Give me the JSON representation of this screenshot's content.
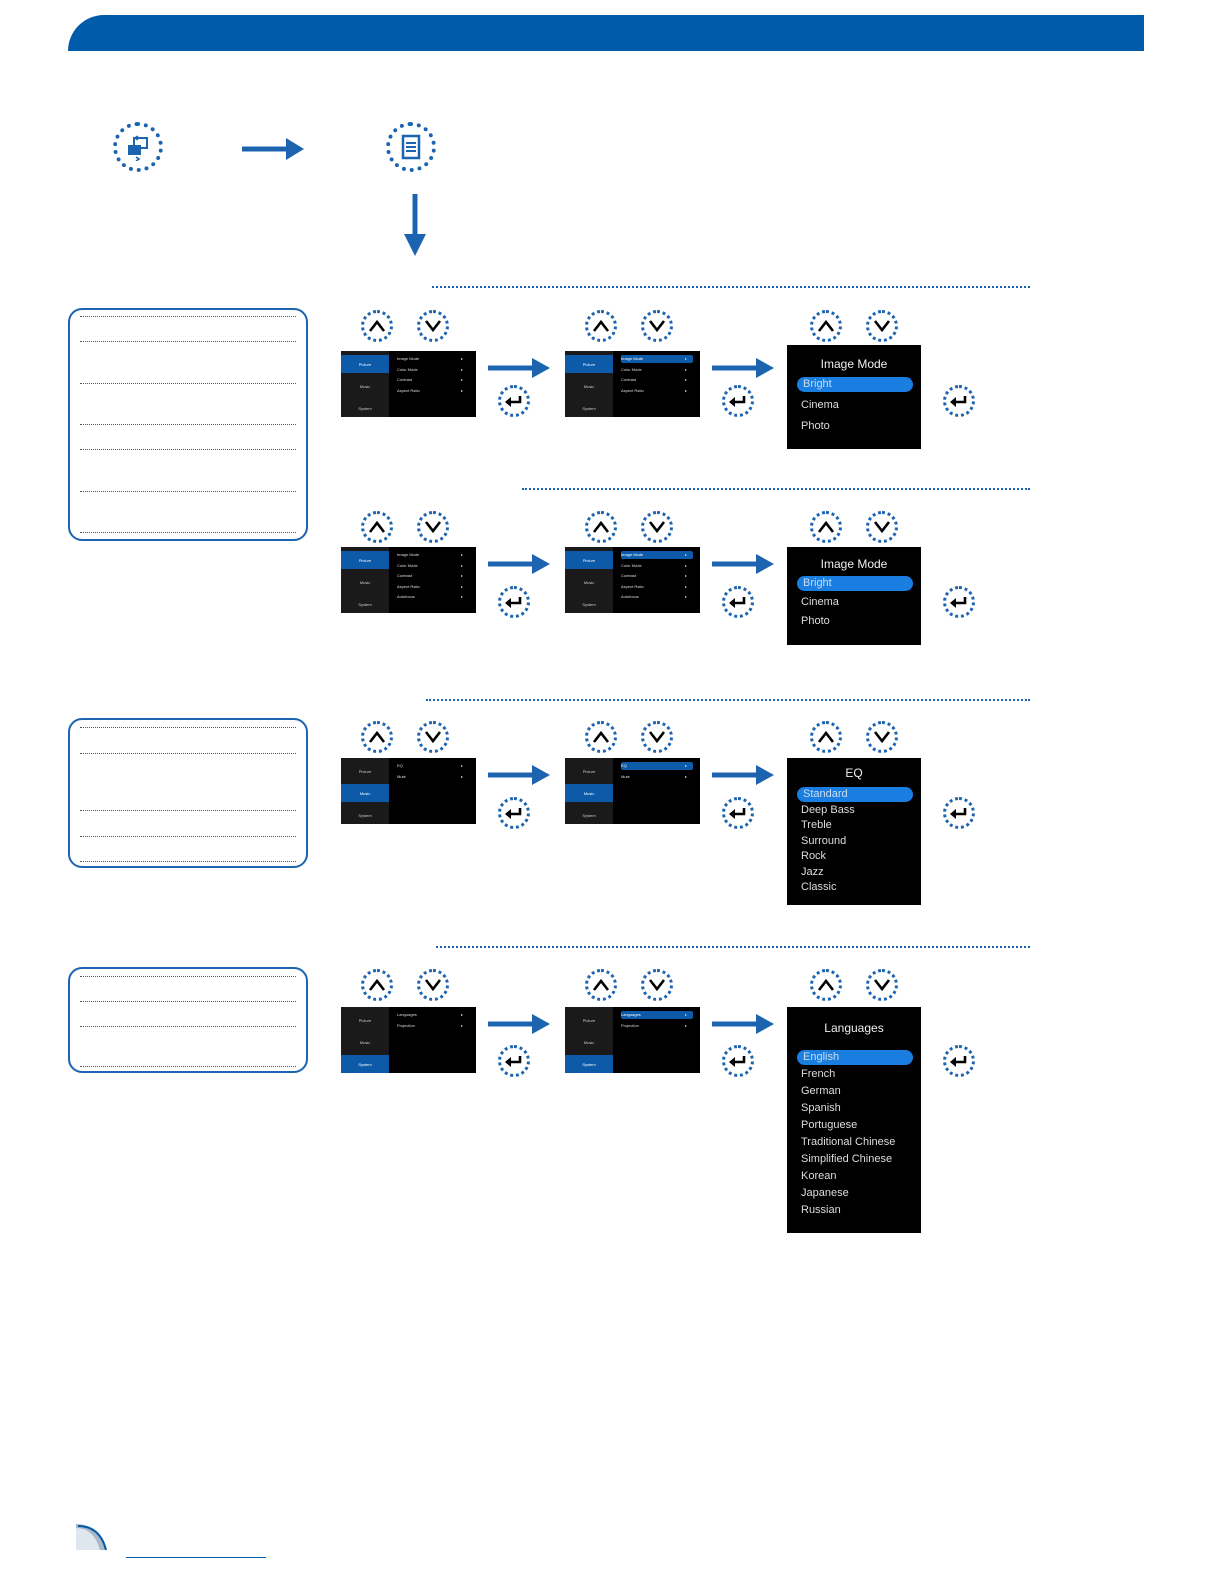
{
  "colors": {
    "accent": "#005cab",
    "menu_bg": "#000000",
    "highlight": "#1a7ee0"
  },
  "icons": {
    "source": "source-switch-icon",
    "menu": "menu-list-icon",
    "up": "up-chevron-icon",
    "down": "down-chevron-icon",
    "enter": "enter-return-icon"
  },
  "rows": [
    {
      "menu1": {
        "sidebar": [
          "Picture",
          "Music",
          "System"
        ],
        "active_tab": 0,
        "options": [
          "Image Mode",
          "Color Mode",
          "Contrast",
          "Aspect Ratio"
        ],
        "selected": -1
      },
      "menu2": {
        "sidebar": [
          "Picture",
          "Music",
          "System"
        ],
        "active_tab": 0,
        "options": [
          "Image Mode",
          "Color Mode",
          "Contrast",
          "Aspect Ratio"
        ],
        "selected": 0
      },
      "final": {
        "title": "Image Mode",
        "items": [
          "Bright",
          "Cinema",
          "Photo"
        ],
        "selected": 0
      }
    },
    {
      "menu1": {
        "sidebar": [
          "Picture",
          "Music",
          "System"
        ],
        "active_tab": 0,
        "options": [
          "Image Mode",
          "Color Mode",
          "Contrast",
          "Aspect Ratio",
          "Autofocus"
        ],
        "selected": -1
      },
      "menu2": {
        "sidebar": [
          "Picture",
          "Music",
          "System"
        ],
        "active_tab": 0,
        "options": [
          "Image Mode",
          "Color Mode",
          "Contrast",
          "Aspect Ratio",
          "Autofocus"
        ],
        "selected": 0
      },
      "final": {
        "title": "Image Mode",
        "items": [
          "Bright",
          "Cinema",
          "Photo"
        ],
        "selected": 0
      }
    },
    {
      "menu1": {
        "sidebar": [
          "Picture",
          "Music",
          "System"
        ],
        "active_tab": 1,
        "options": [
          "EQ",
          "Mute"
        ],
        "selected": -1
      },
      "menu2": {
        "sidebar": [
          "Picture",
          "Music",
          "System"
        ],
        "active_tab": 1,
        "options": [
          "EQ",
          "Mute"
        ],
        "selected": 0
      },
      "final": {
        "title": "EQ",
        "items": [
          "Standard",
          "Deep Bass",
          "Treble",
          "Surround",
          "Rock",
          "Jazz",
          "Classic"
        ],
        "selected": 0
      }
    },
    {
      "menu1": {
        "sidebar": [
          "Picture",
          "Music",
          "System"
        ],
        "active_tab": 2,
        "options": [
          "Languages",
          "Projection"
        ],
        "selected": -1
      },
      "menu2": {
        "sidebar": [
          "Picture",
          "Music",
          "System"
        ],
        "active_tab": 2,
        "options": [
          "Languages",
          "Projection"
        ],
        "selected": 0
      },
      "final": {
        "title": "Languages",
        "items": [
          "English",
          "French",
          "German",
          "Spanish",
          "Portuguese",
          "Traditional Chinese",
          "Simplified Chinese",
          "Korean",
          "Japanese",
          "Russian"
        ],
        "selected": 0
      }
    }
  ]
}
